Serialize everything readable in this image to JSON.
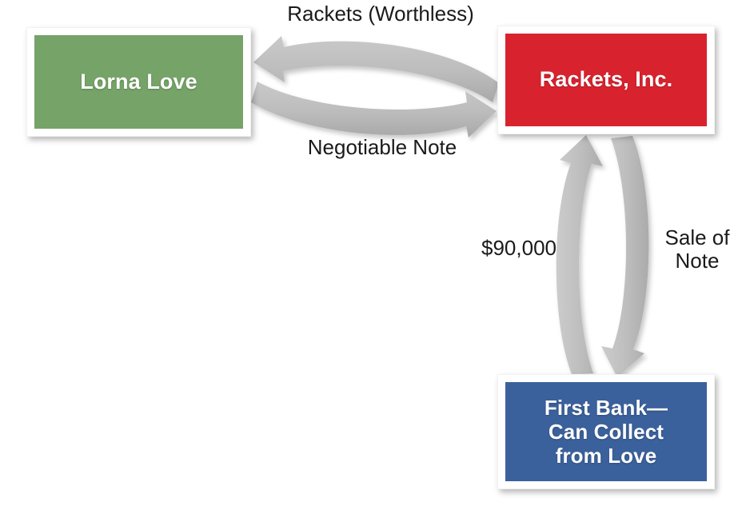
{
  "diagram": {
    "title": "Negotiable note transaction flow",
    "background_color": "#ffffff",
    "arrow_color": "#bdbdbd",
    "nodes": [
      {
        "id": "lorna-love",
        "label": "Lorna Love",
        "color": "#76a368"
      },
      {
        "id": "rackets-inc",
        "label": "Rackets, Inc.",
        "color": "#d8232f"
      },
      {
        "id": "first-bank",
        "label": "First Bank—\nCan Collect\nfrom Love",
        "color": "#3b619c"
      }
    ],
    "edges": [
      {
        "id": "rackets-worthless",
        "label": "Rackets (Worthless)",
        "from": "rackets-inc",
        "to": "lorna-love",
        "direction": "left"
      },
      {
        "id": "negotiable-note",
        "label": "Negotiable Note",
        "from": "lorna-love",
        "to": "rackets-inc",
        "direction": "right"
      },
      {
        "id": "amount",
        "label": "$90,000",
        "from": "first-bank",
        "to": "rackets-inc",
        "direction": "up"
      },
      {
        "id": "sale-of-note",
        "label": "Sale of\nNote",
        "from": "rackets-inc",
        "to": "first-bank",
        "direction": "down"
      }
    ]
  }
}
